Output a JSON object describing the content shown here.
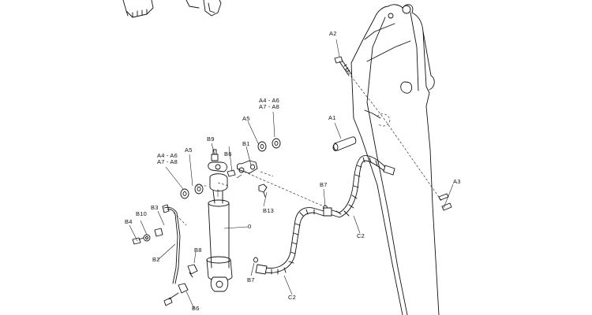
{
  "labels": {
    "a2": "A2",
    "a4a6_top": "A4 - A6",
    "a7a8_top": "A7 - A8",
    "a5_top": "A5",
    "a1": "A1",
    "b9": "B9",
    "b1": "B1",
    "a5_left": "A5",
    "b6_top": "B6",
    "a4a6_left": "A4 - A6",
    "a7a8_left": "A7 - A8",
    "b7_top": "B7",
    "a3": "A3",
    "b3": "B3",
    "b10": "B10",
    "b13": "B13",
    "b4": "B4",
    "zero": "0",
    "c2_right": "C2",
    "b2": "B2",
    "b8": "B8",
    "b7_bottom": "B7",
    "c2_bottom": "C2",
    "b6_bottom": "B6"
  }
}
